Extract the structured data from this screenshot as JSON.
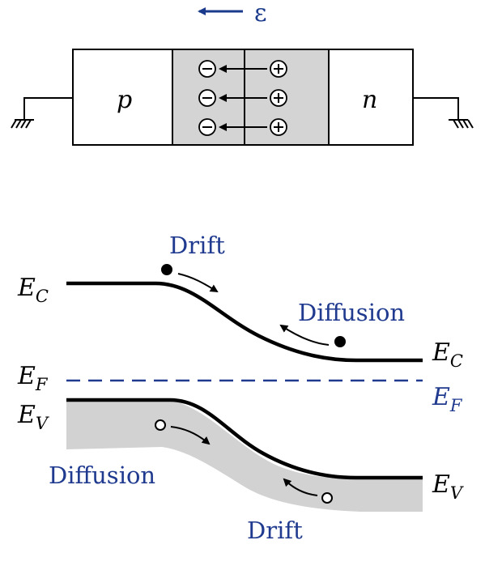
{
  "junction": {
    "field_symbol": "ε",
    "p_label": "p",
    "n_label": "n",
    "negative_charges": [
      "⊖",
      "⊖",
      "⊖"
    ],
    "positive_charges": [
      "⊕",
      "⊕",
      "⊕"
    ],
    "colors": {
      "field": "#1a3a8c",
      "depletion": "#d4d4d4",
      "outline": "#000000"
    }
  },
  "band_diagram": {
    "ec_label_main": "E",
    "ec_label_sub": "C",
    "ef_label_main": "E",
    "ef_label_sub": "F",
    "ev_label_main": "E",
    "ev_label_sub": "V",
    "drift_top": "Drift",
    "diffusion_top": "Diffusion",
    "diffusion_bottom": "Diffusion",
    "drift_bottom": "Drift",
    "colors": {
      "fermi": "#1f3a8f",
      "label_blue": "#1f3a8f",
      "valence_fill": "#d2d2d2",
      "band": "#000000"
    }
  }
}
